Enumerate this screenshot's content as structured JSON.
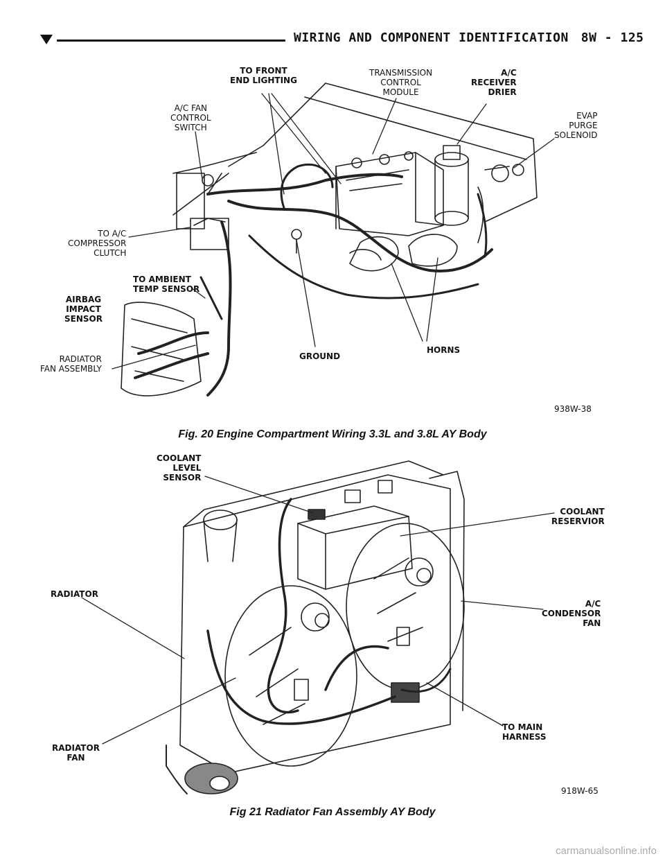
{
  "header": {
    "title": "WIRING AND COMPONENT IDENTIFICATION",
    "page": "8W - 125"
  },
  "fig20": {
    "caption": "Fig. 20 Engine Compartment Wiring 3.3L and 3.8L AY Body",
    "code": "938W-38",
    "labels": {
      "front_lighting": "TO FRONT\nEND LIGHTING",
      "tcm": "TRANSMISSION\nCONTROL\nMODULE",
      "receiver_drier": "A/C\nRECEIVER\nDRIER",
      "fan_switch": "A/C FAN\nCONTROL\nSWITCH",
      "evap": "EVAP\nPURGE\nSOLENOID",
      "compressor": "TO A/C\nCOMPRESSOR\nCLUTCH",
      "ambient": "TO AMBIENT\nTEMP SENSOR",
      "airbag": "AIRBAG\nIMPACT\nSENSOR",
      "radiator_fan_assembly": "RADIATOR\nFAN ASSEMBLY",
      "ground": "GROUND",
      "horns": "HORNS"
    }
  },
  "fig21": {
    "caption": "Fig 21 Radiator Fan Assembly AY Body",
    "code": "918W-65",
    "labels": {
      "coolant_level": "COOLANT\nLEVEL\nSENSOR",
      "reservoir": "COOLANT\nRESERVIOR",
      "radiator": "RADIATOR",
      "condenser_fan": "A/C\nCONDENSOR\nFAN",
      "main_harness": "TO MAIN\nHARNESS",
      "radiator_fan": "RADIATOR\nFAN"
    }
  },
  "footer": {
    "watermark": "carmanualsonline.info"
  }
}
